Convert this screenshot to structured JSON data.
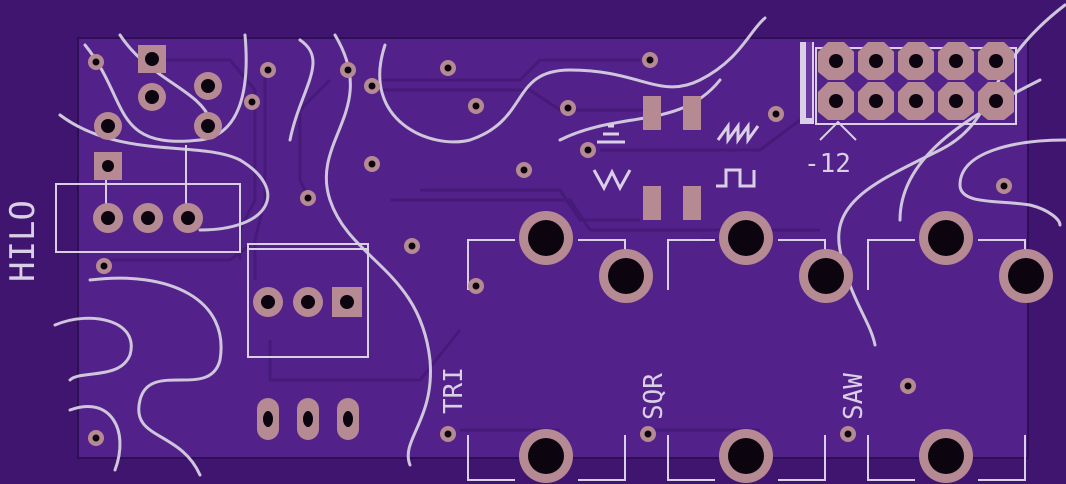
{
  "colors": {
    "background": "#3f1570",
    "board": "#52228a",
    "trace": "#4a1c80",
    "silkscreen": "#d9d0e6",
    "copper": "#b58a92",
    "hole": "#0c0510",
    "silver": "#cfc6dc"
  },
  "labels": {
    "hilo": "HILO",
    "tri": "TRI",
    "sqr": "SQR",
    "saw": "SAW",
    "minus12": "-12"
  },
  "symbols": {
    "triangle_wave": "triangle-wave-icon",
    "square_wave": "square-wave-icon",
    "saw_wave": "saw-wave-icon",
    "ground": "ground-icon"
  }
}
